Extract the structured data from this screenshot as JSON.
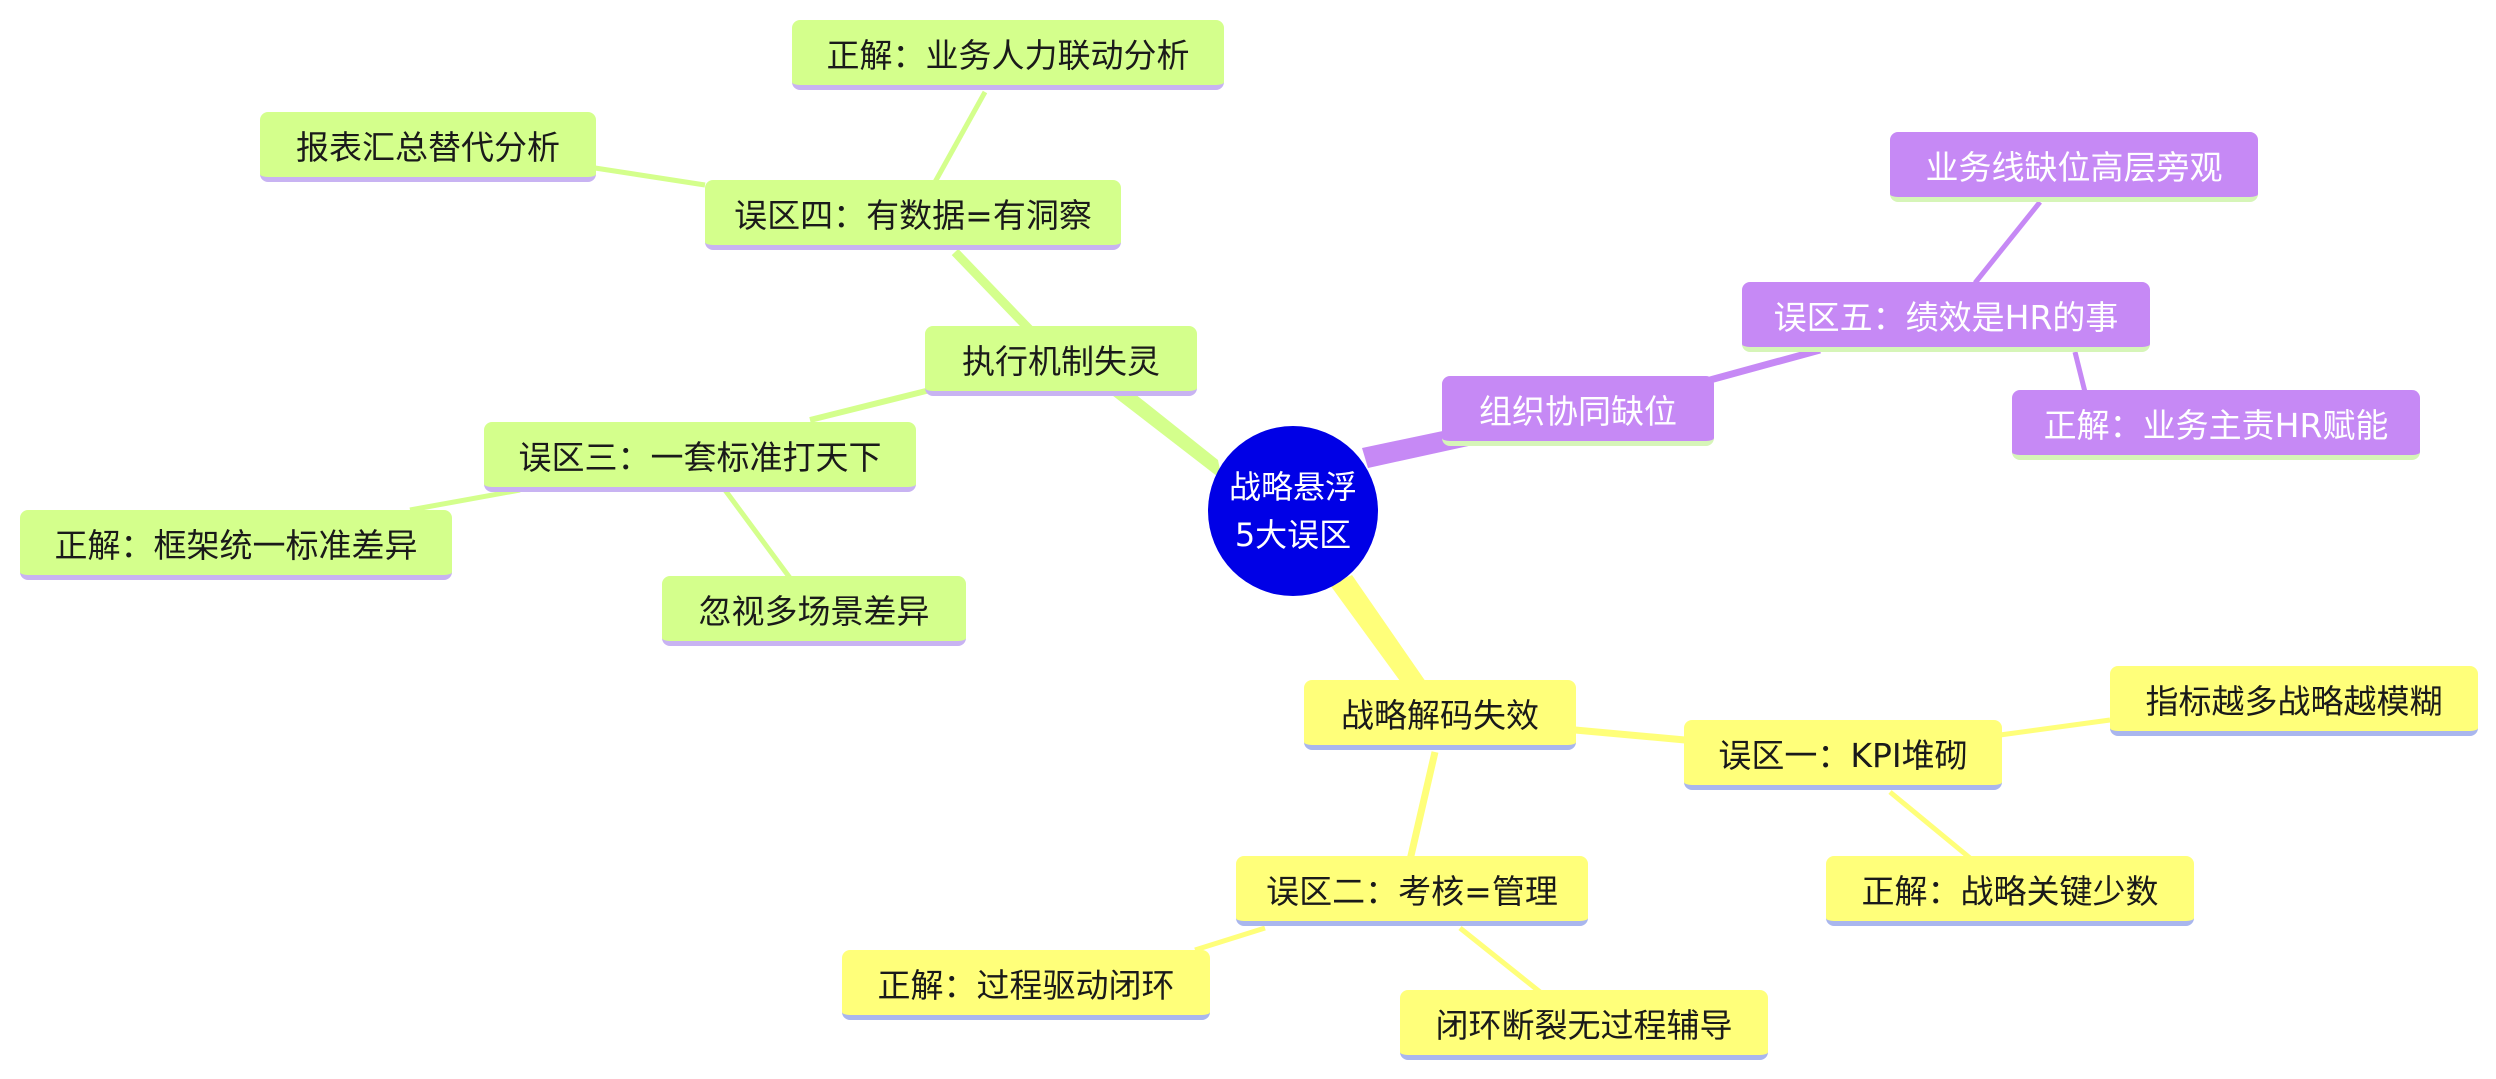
{
  "root": {
    "line1": "战略悬浮",
    "line2": "5大误区"
  },
  "colors": {
    "green": "#d4ff8c",
    "yellow": "#ffff7a",
    "purple": "#c689f5",
    "root": "#0000e6"
  },
  "branches": {
    "exec": {
      "label": "执行机制失灵",
      "m4": {
        "label": "误区四：有数据=有洞察",
        "fix": "正解：业务人力联动分析",
        "issue": "报表汇总替代分析"
      },
      "m3": {
        "label": "误区三：一套标准打天下",
        "fix": "正解：框架统一标准差异",
        "issue": "忽视多场景差异"
      }
    },
    "org": {
      "label": "组织协同缺位",
      "m5": {
        "label": "误区五：绩效是HR的事",
        "issue": "业务线缺位高层旁观",
        "fix": "正解：业务主责HR赋能"
      }
    },
    "decode": {
      "label": "战略解码失效",
      "m1": {
        "label": "误区一：KPI堆砌",
        "issue": "指标越多战略越模糊",
        "fix": "正解：战略关键少数"
      },
      "m2": {
        "label": "误区二：考核=管理",
        "fix": "正解：过程驱动闭环",
        "issue": "闭环断裂无过程辅导"
      }
    }
  }
}
